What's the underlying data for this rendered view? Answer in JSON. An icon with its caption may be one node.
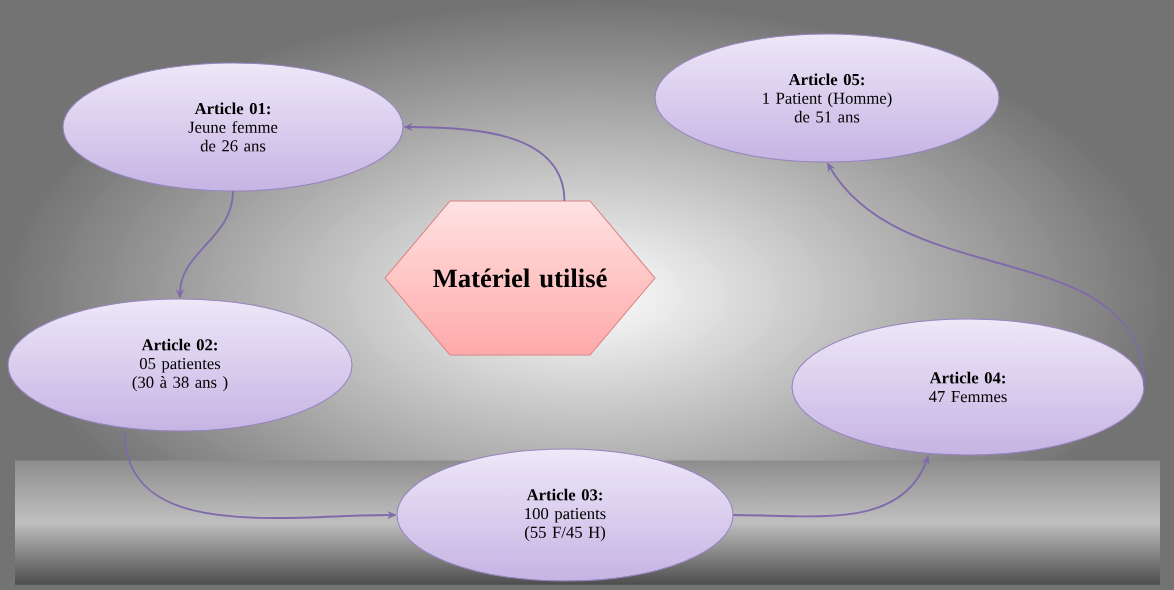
{
  "diagram": {
    "nodes": [
      {
        "text": [
          "Article 01:",
          "Jeune femme de 26 ans"
        ]
      },
      {
        "text": [
          "Article 05:",
          "1 Patient (Homme) de 51 ans"
        ]
      },
      {
        "text": [
          "Matériel utilisé"
        ]
      },
      {
        "text": [
          "Article 02:",
          "05 patientes (30 à 38 ans )"
        ]
      },
      {
        "text": [
          "Article 04:",
          "47 Femmes"
        ]
      },
      {
        "text": [
          "Article 03:",
          "100 patients (55 F/45 H)"
        ]
      }
    ],
    "edges": [
      {
        "from": 2,
        "to": 0,
        "arrow": "to"
      },
      {
        "from": 0,
        "to": 3,
        "arrow": "to"
      },
      {
        "from": 3,
        "to": 5,
        "arrow": "to"
      },
      {
        "from": 5,
        "to": 4,
        "arrow": "to"
      },
      {
        "from": 4,
        "to": 1,
        "arrow": "to"
      }
    ]
  }
}
